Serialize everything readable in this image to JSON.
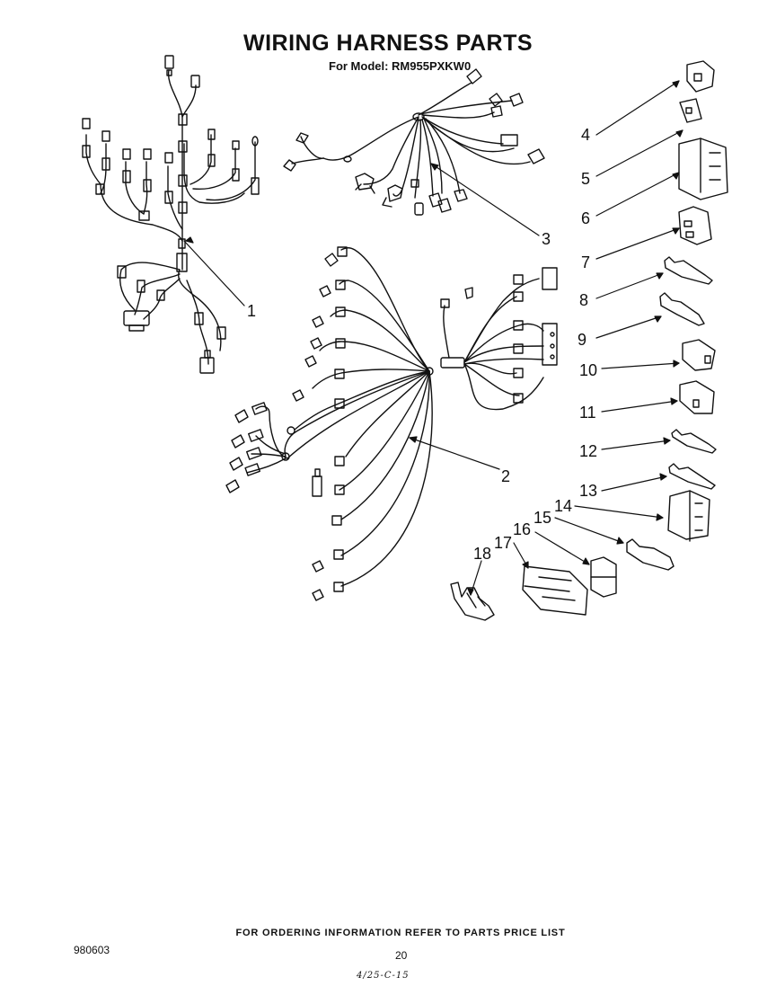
{
  "title": "WIRING HARNESS PARTS",
  "subtitle": "For Model: RM955PXKW0",
  "callouts": [
    "1",
    "2",
    "3",
    "4",
    "5",
    "6",
    "7",
    "8",
    "9",
    "10",
    "11",
    "12",
    "13",
    "14",
    "15",
    "16",
    "17",
    "18"
  ],
  "footer": {
    "note": "FOR ORDERING INFORMATION REFER TO PARTS PRICE LIST",
    "doc_number": "980603",
    "page_number": "20",
    "handwritten": "4/25-C-15"
  }
}
